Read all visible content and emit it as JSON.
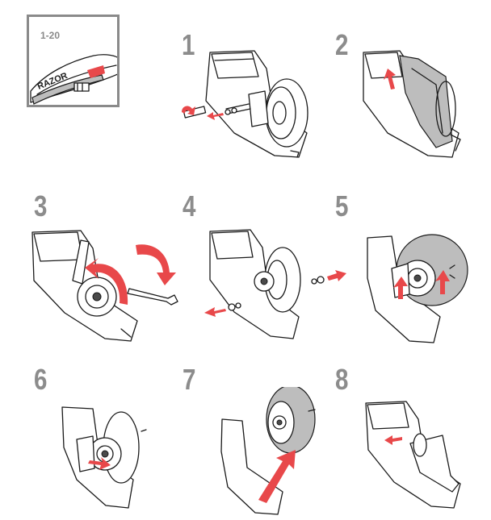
{
  "inset": {
    "label": "1-20",
    "brand": "RAZOR"
  },
  "steps": [
    "1",
    "2",
    "3",
    "4",
    "5",
    "6",
    "7",
    "8"
  ],
  "colors": {
    "step_number": "#8c8c8c",
    "arrow": "#e8484a",
    "line": "#1a1a1a",
    "shade": "#bdbdbd"
  }
}
